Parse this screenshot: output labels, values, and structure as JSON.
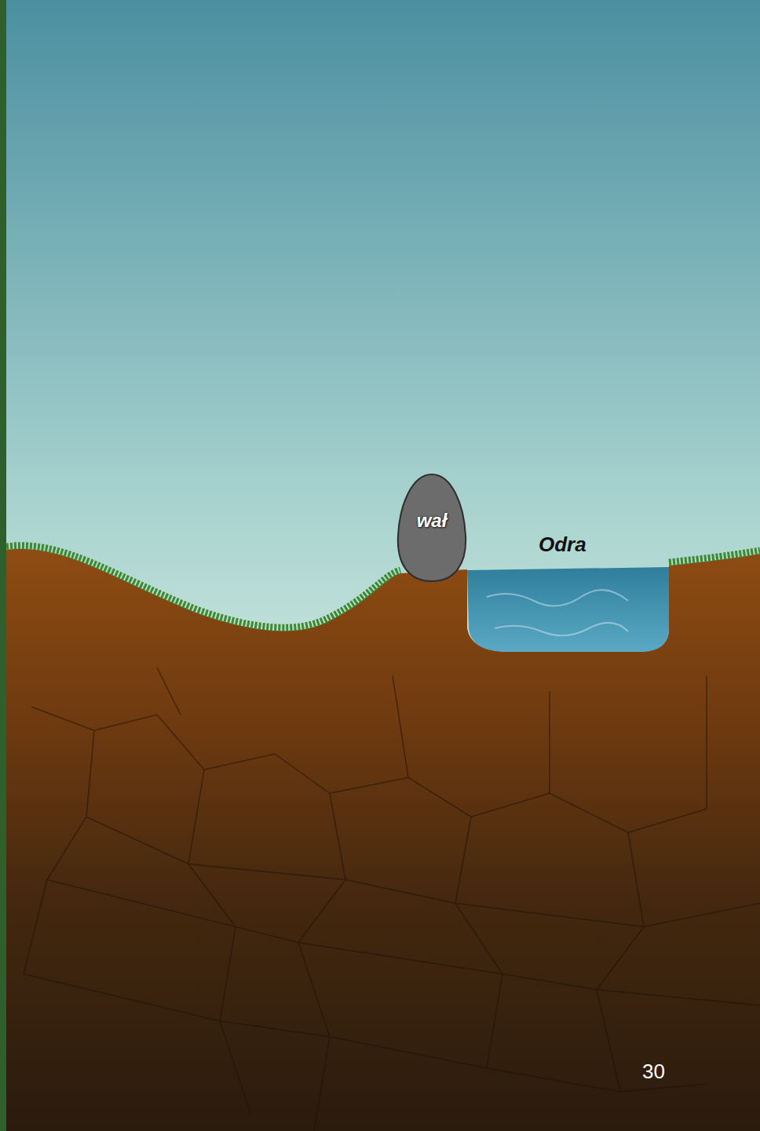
{
  "diagram": {
    "nodes": [
      {
        "text": [
          "wał"
        ]
      }
    ],
    "labels": [
      "Odra",
      "30"
    ]
  }
}
